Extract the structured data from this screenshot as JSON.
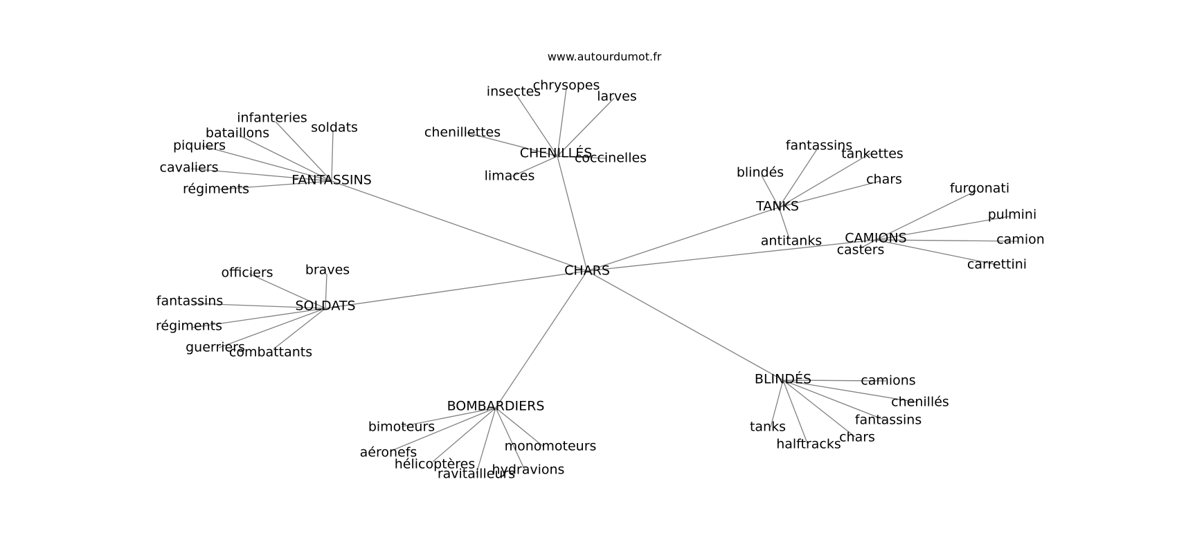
{
  "caption": "www.autourdumot.fr",
  "colors": {
    "edge": "#808080",
    "text": "#000000",
    "background": "#ffffff"
  },
  "graph": {
    "center": "CHARS",
    "groups": [
      {
        "label": "FANTASSINS",
        "leaves": [
          "infanteries",
          "soldats",
          "bataillons",
          "piquiers",
          "cavaliers",
          "régiments"
        ]
      },
      {
        "label": "CHENILLÉS",
        "leaves": [
          "insectes",
          "chrysopes",
          "larves",
          "chenillettes",
          "coccinelles",
          "limaces"
        ]
      },
      {
        "label": "TANKS",
        "leaves": [
          "fantassins",
          "tankettes",
          "blindés",
          "chars",
          "antitanks"
        ]
      },
      {
        "label": "CAMIONS",
        "leaves": [
          "furgonati",
          "pulmini",
          "camion",
          "casters",
          "carrettini"
        ]
      },
      {
        "label": "SOLDATS",
        "leaves": [
          "officiers",
          "braves",
          "fantassins",
          "régiments",
          "guerriers",
          "combattants"
        ]
      },
      {
        "label": "BLINDÉS",
        "leaves": [
          "camions",
          "chenillés",
          "fantassins",
          "tanks",
          "chars",
          "halftracks"
        ]
      },
      {
        "label": "BOMBARDIERS",
        "leaves": [
          "bimoteurs",
          "aéronefs",
          "hélicoptères",
          "monomoteurs",
          "ravitailleurs",
          "hydravions"
        ]
      }
    ]
  }
}
